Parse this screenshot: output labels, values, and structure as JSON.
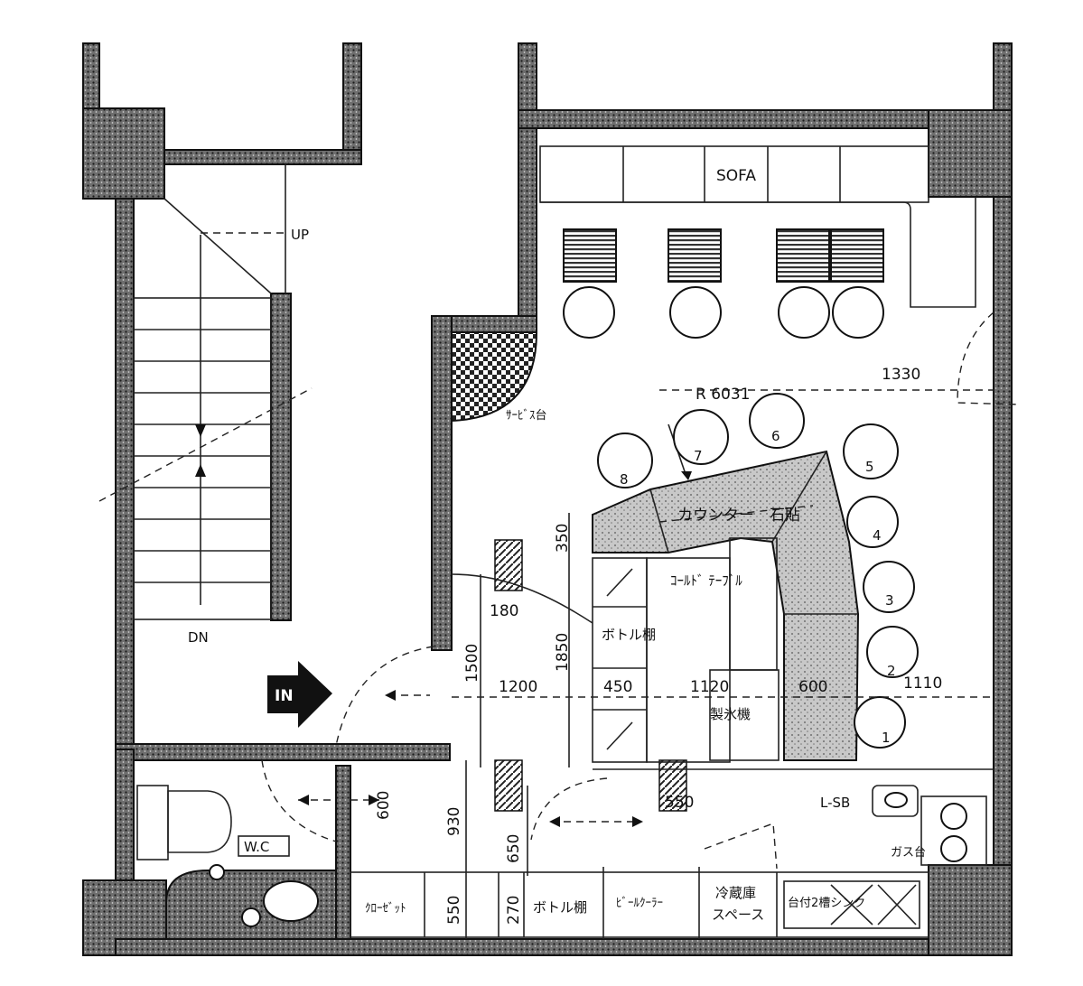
{
  "labels": {
    "up": "UP",
    "dn": "DN",
    "in": "IN",
    "sofa": "SOFA",
    "service": "ｻｰﾋﾞｽ台",
    "counter": "カウンター　石貼",
    "cold_table": "ｺｰﾙﾄﾞ ﾃｰﾌﾞﾙ",
    "bottle_shelf": "ボトル棚",
    "ice_machine": "製氷機",
    "wc": "W.C",
    "closet": "ｸﾛｰｾﾞｯﾄ",
    "bottle_shelf_2": "ボトル棚",
    "beer_cooler": "ﾋﾞｰﾙｸｰﾗｰ",
    "fridge_space_1": "冷蔵庫",
    "fridge_space_2": "スペース",
    "sink_unit": "台付2槽シンク",
    "gas_stand": "ガス台",
    "l_sb": "L-SB"
  },
  "dimensions": {
    "r": "R 6031",
    "d1330": "1330",
    "d350": "350",
    "d180": "180",
    "d1500": "1500",
    "d1850": "1850",
    "d1200": "1200",
    "d450": "450",
    "d1120": "1120",
    "d600": "600",
    "d1110": "1110",
    "d600b": "600",
    "d930": "930",
    "d650": "650",
    "d550": "550",
    "d550b": "550",
    "d270": "270"
  },
  "seats": [
    "1",
    "2",
    "3",
    "4",
    "5",
    "6",
    "7",
    "8"
  ]
}
